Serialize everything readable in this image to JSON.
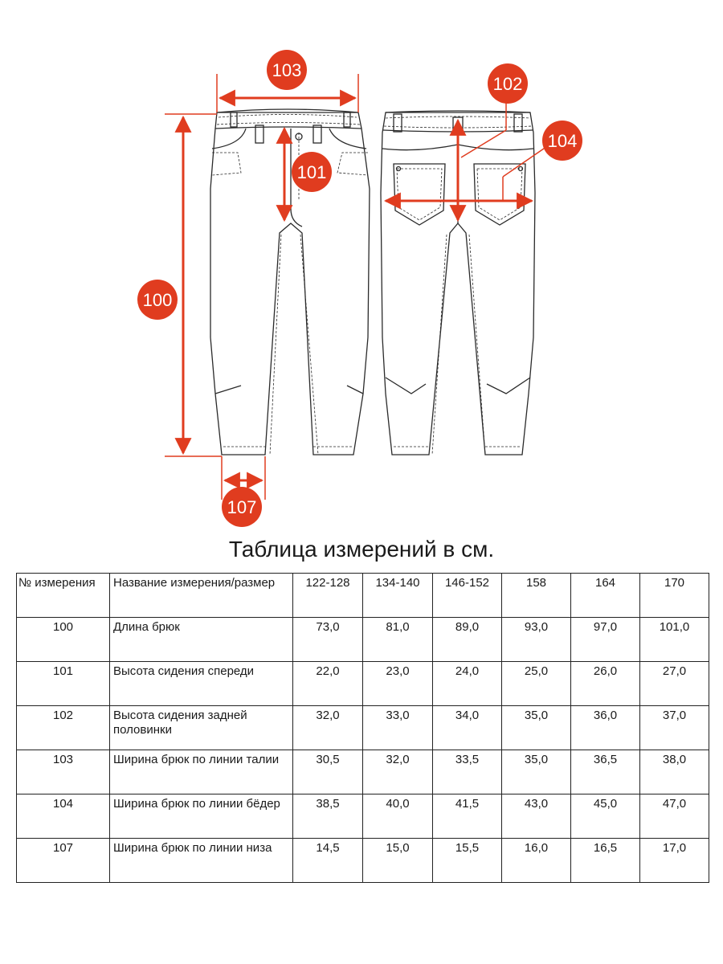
{
  "diagram": {
    "accent_color": "#e03c1f",
    "outline_color": "#2a2a2a",
    "badges": {
      "waist": "103",
      "front_rise": "101",
      "length": "100",
      "hem": "107",
      "back_rise": "102",
      "hip": "104"
    }
  },
  "table": {
    "title": "Таблица измерений в см.",
    "headers": [
      "№ измерения",
      "Название измерения/размер",
      "122-128",
      "134-140",
      "146-152",
      "158",
      "164",
      "170"
    ],
    "rows": [
      {
        "no": "100",
        "name": "Длина брюк",
        "values": [
          "73,0",
          "81,0",
          "89,0",
          "93,0",
          "97,0",
          "101,0"
        ]
      },
      {
        "no": "101",
        "name": "Высота сидения спереди",
        "values": [
          "22,0",
          "23,0",
          "24,0",
          "25,0",
          "26,0",
          "27,0"
        ]
      },
      {
        "no": "102",
        "name": "Высота сидения задней половинки",
        "values": [
          "32,0",
          "33,0",
          "34,0",
          "35,0",
          "36,0",
          "37,0"
        ]
      },
      {
        "no": "103",
        "name": "Ширина брюк по линии талии",
        "values": [
          "30,5",
          "32,0",
          "33,5",
          "35,0",
          "36,5",
          "38,0"
        ]
      },
      {
        "no": "104",
        "name": "Ширина брюк по линии бёдер",
        "values": [
          "38,5",
          "40,0",
          "41,5",
          "43,0",
          "45,0",
          "47,0"
        ]
      },
      {
        "no": "107",
        "name": "Ширина брюк по линии низа",
        "values": [
          "14,5",
          "15,0",
          "15,5",
          "16,0",
          "16,5",
          "17,0"
        ]
      }
    ]
  }
}
